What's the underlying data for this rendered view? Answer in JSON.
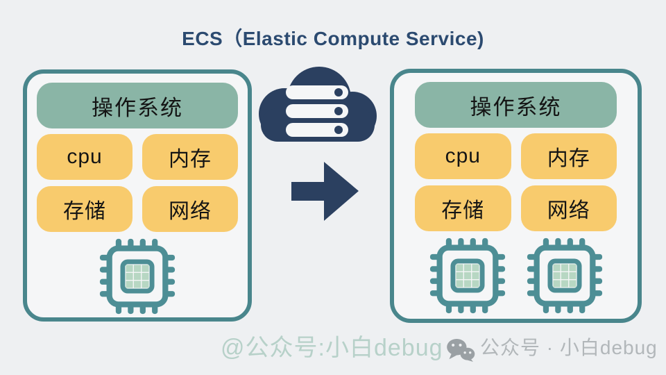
{
  "title": "ECS（Elastic Compute Service)",
  "physical_server": {
    "os_label": "操作系统",
    "components": [
      "cpu",
      "内存",
      "存储",
      "网络"
    ],
    "chip_count": 1
  },
  "cloud_server": {
    "os_label": "操作系统",
    "components": [
      "cpu",
      "内存",
      "存储",
      "网络"
    ],
    "chip_count": 2
  },
  "icons": {
    "cloud": "cloud-server-icon",
    "arrow": "arrow-right-icon",
    "chip": "cpu-chip-icon",
    "wechat": "wechat-icon"
  },
  "watermark": {
    "primary": "@公众号:小白debug",
    "secondary": "公众号 · 小白debug"
  },
  "colors": {
    "background": "#eef0f2",
    "panel_bg": "#f5f6f7",
    "panel_border": "#49868c",
    "os_header_bg": "#8ab5a6",
    "component_bg": "#f8cb6d",
    "navy": "#2b4060",
    "title_text": "#2b4a70",
    "chip_teal": "#4d8e95",
    "chip_grid": "#b7d7c3",
    "watermark_primary": "#b7d1c9",
    "watermark_secondary": "#b2b7ba"
  }
}
